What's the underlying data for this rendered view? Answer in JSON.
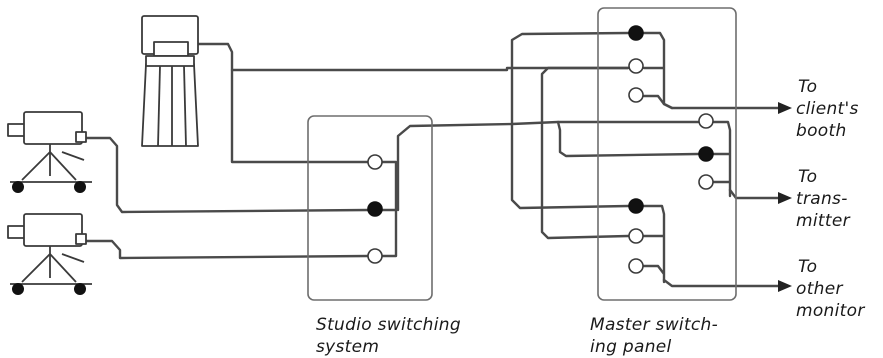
{
  "labels": {
    "studio_line1": "Studio switching",
    "studio_line2": "system",
    "master_line1": "Master switch-",
    "master_line2": "ing panel",
    "dest_client": [
      "To",
      "client's",
      "booth"
    ],
    "dest_transmitter": [
      "To",
      "trans-",
      "mitter"
    ],
    "dest_monitor": [
      "To",
      "other",
      "monitor"
    ]
  },
  "switch_states": {
    "studio": [
      "open",
      "closed",
      "open"
    ],
    "master_group1": [
      "closed",
      "open",
      "open"
    ],
    "master_group2": [
      "open",
      "closed",
      "open"
    ],
    "master_group3": [
      "closed",
      "open",
      "open"
    ]
  }
}
